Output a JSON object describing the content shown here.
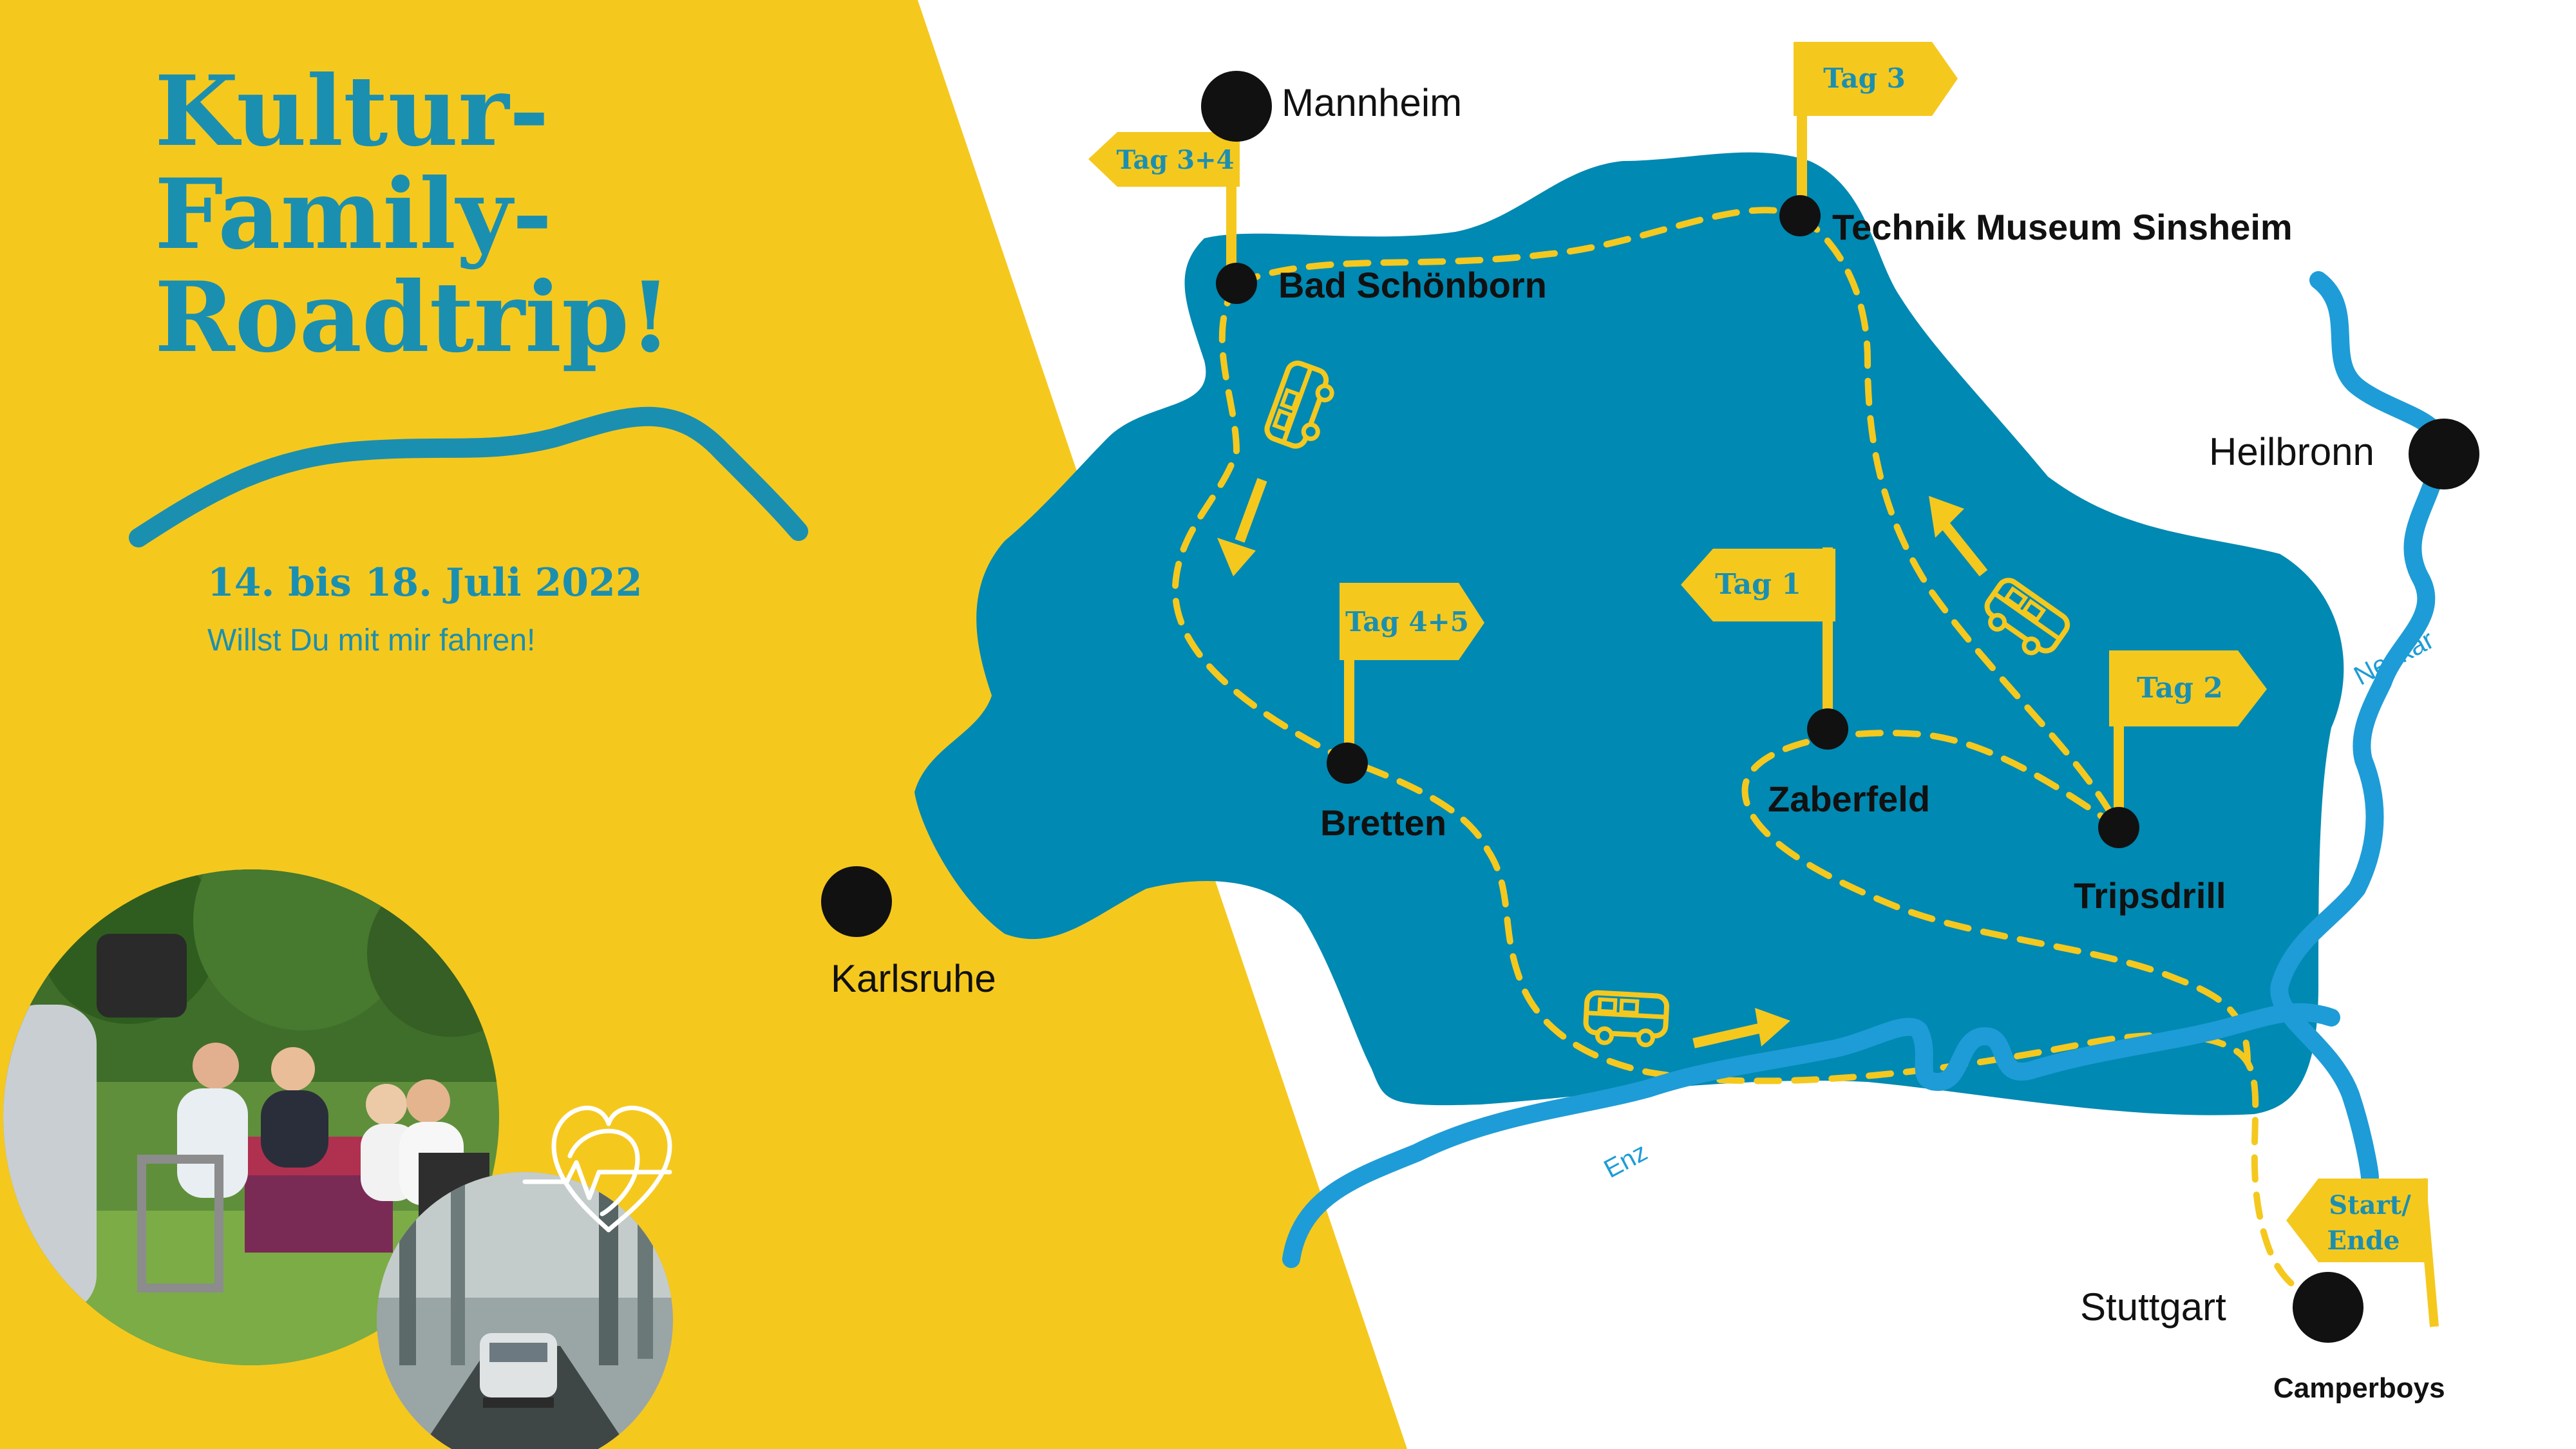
{
  "headline": {
    "line1": "Kultur-",
    "line2": "Family-",
    "line3": "Roadtrip!"
  },
  "date": "14. bis 18. Juli 2022",
  "tagline": "Willst Du mit mir fahren!",
  "colors": {
    "yellow": "#F5C81E",
    "blue": "#0089B2",
    "river": "#1E9CD7",
    "title": "#1B8FB0",
    "dot": "#111111"
  },
  "cities": {
    "mannheim": "Mannheim",
    "heilbronn": "Heilbronn",
    "karlsruhe": "Karlsruhe",
    "stuttgart": "Stuttgart"
  },
  "stops": {
    "bad_schoenborn": "Bad Schönborn",
    "sinsheim": "Technik Museum Sinsheim",
    "bretten": "Bretten",
    "zaberfeld": "Zaberfeld",
    "tripsdrill": "Tripsdrill",
    "camperboys": "Camperboys"
  },
  "rivers": {
    "neckar": "Neckar",
    "enz": "Enz"
  },
  "flags": {
    "tag34": "Tag 3+4",
    "tag3": "Tag 3",
    "tag45": "Tag 4+5",
    "tag1": "Tag 1",
    "tag2": "Tag 2",
    "start_line1": "Start/",
    "start_line2": "Ende"
  },
  "icons": {
    "van": "camper-van-icon",
    "arrow": "direction-arrow-icon",
    "heart": "heart-pulse-icon"
  }
}
